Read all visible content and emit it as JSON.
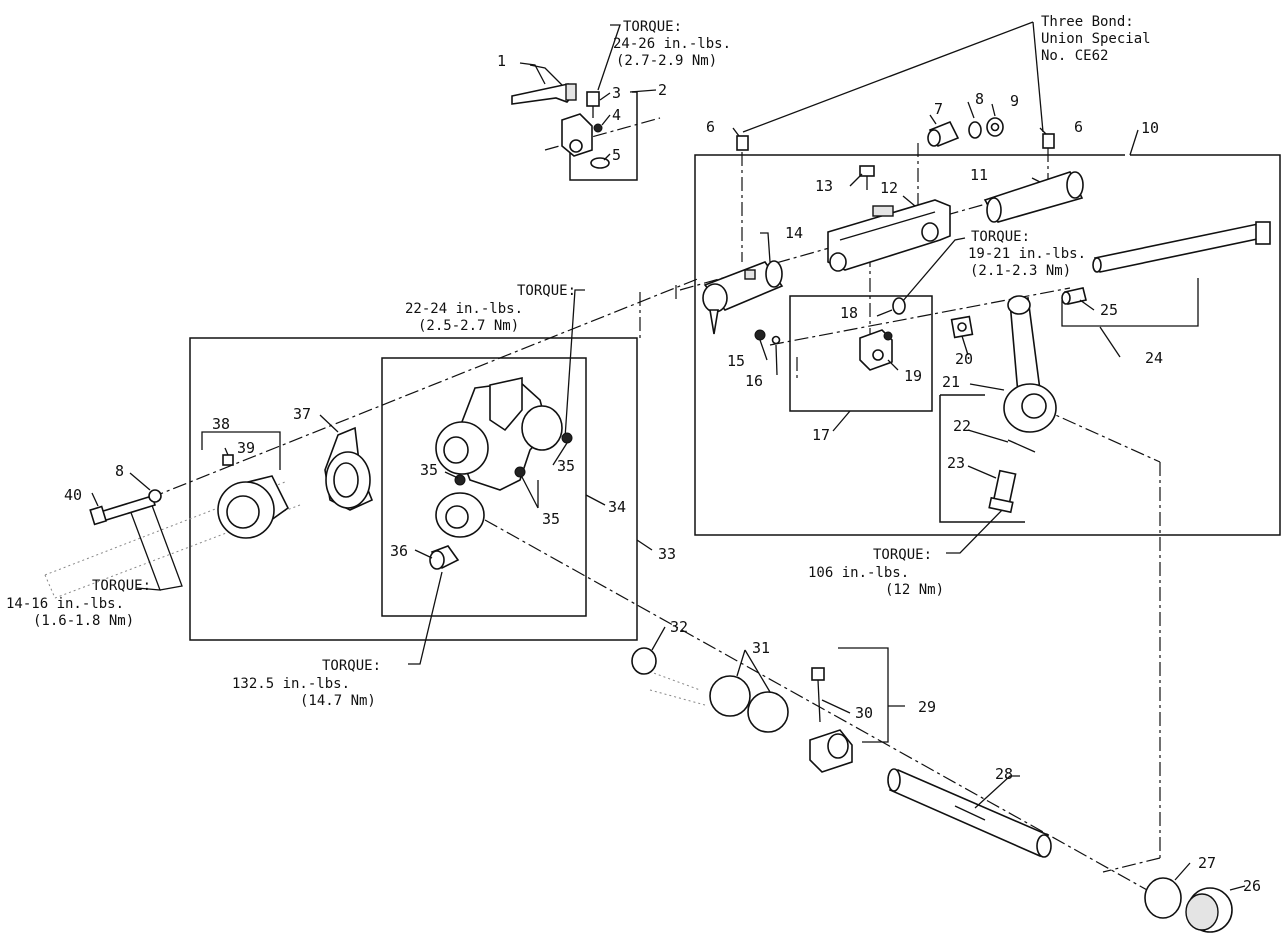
{
  "callouts": {
    "p1": "1",
    "p2": "2",
    "p3": "3",
    "p4": "4",
    "p5": "5",
    "p6a": "6",
    "p6b": "6",
    "p7": "7",
    "p8a": "8",
    "p8b": "8",
    "p9": "9",
    "p10": "10",
    "p11": "11",
    "p12": "12",
    "p13": "13",
    "p14": "14",
    "p15": "15",
    "p16": "16",
    "p17": "17",
    "p18": "18",
    "p19": "19",
    "p20": "20",
    "p21": "21",
    "p22": "22",
    "p23": "23",
    "p24": "24",
    "p25": "25",
    "p26": "26",
    "p27": "27",
    "p28": "28",
    "p29": "29",
    "p30": "30",
    "p31": "31",
    "p32": "32",
    "p33": "33",
    "p34": "34",
    "p35a": "35",
    "p35b": "35",
    "p35c": "35",
    "p36": "36",
    "p37": "37",
    "p38": "38",
    "p39": "39",
    "p40": "40"
  },
  "notes": {
    "torque_top": [
      "TORQUE:",
      "24-26 in.-lbs.",
      "(2.7-2.9 Nm)"
    ],
    "three_bond": [
      "Three Bond:",
      "Union Special",
      "No. CE62"
    ],
    "torque_19_21": [
      "TORQUE:",
      "19-21 in.-lbs.",
      "(2.1-2.3 Nm)"
    ],
    "torque_22_24": [
      "TORQUE:",
      "22-24 in.-lbs.",
      "(2.5-2.7 Nm)"
    ],
    "torque_14_16": [
      "TORQUE:",
      "14-16 in.-lbs.",
      "(1.6-1.8 Nm)"
    ],
    "torque_106": [
      "TORQUE:",
      "106 in.-lbs.",
      "(12 Nm)"
    ],
    "torque_132": [
      "TORQUE:",
      "132.5 in.-lbs.",
      "(14.7 Nm)"
    ]
  }
}
